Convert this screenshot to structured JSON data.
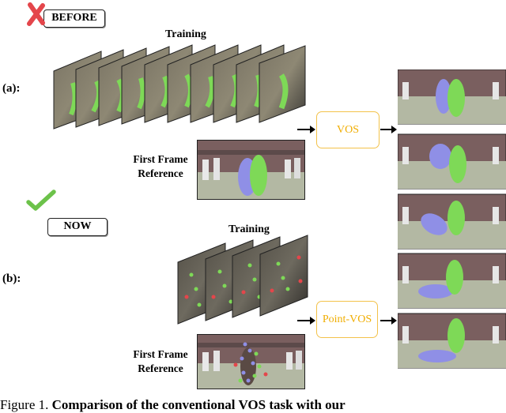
{
  "tags": {
    "before": "BEFORE",
    "now": "NOW"
  },
  "panels": {
    "a": {
      "label": "(a):",
      "training": "Training",
      "ref_line1": "First Frame",
      "ref_line2": "Reference",
      "method": "VOS"
    },
    "b": {
      "label": "(b):",
      "training": "Training",
      "ref_line1": "First Frame",
      "ref_line2": "Reference",
      "method": "Point-VOS"
    }
  },
  "caption": {
    "prefix": "Figure 1.",
    "bold": "Comparison of the conventional VOS task with our"
  },
  "colors": {
    "mask_green": "#7ed957",
    "mask_blue": "#8f8fe6",
    "box_border": "#f3c24a",
    "box_text": "#f0ad00",
    "cross": "#e4464b",
    "check": "#6cc24a"
  },
  "icons": {
    "cross": "cross-icon",
    "check": "check-icon"
  }
}
